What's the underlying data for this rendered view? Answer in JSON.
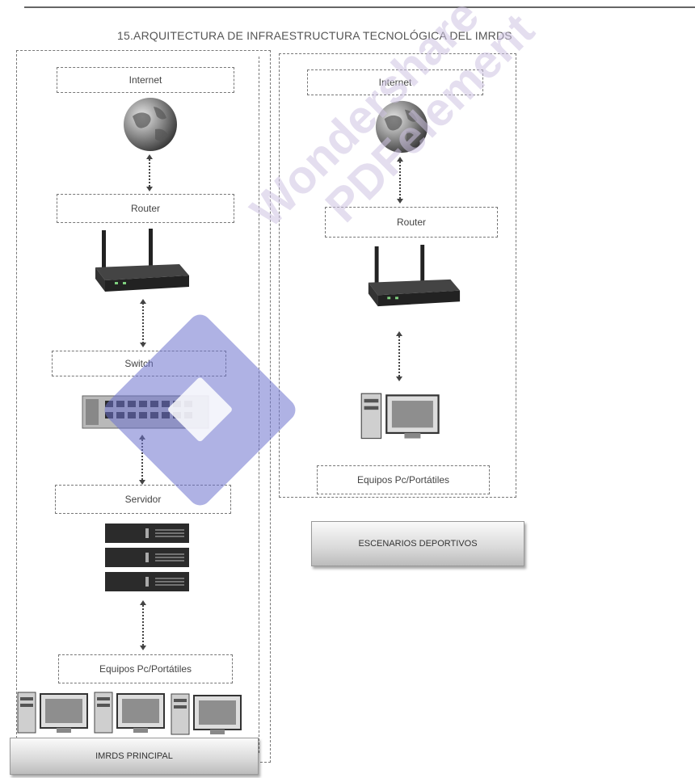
{
  "diagram": {
    "title": "15.ARQUITECTURA DE INFRAESTRUCTURA TECNOLÓGICA DEL IMRDS",
    "main_site": {
      "internet_label": "Internet",
      "router_label": "Router",
      "switch_label": "Switch",
      "server_label": "Servidor",
      "equipment_label": "Equipos Pc/Portátiles",
      "site_name": "IMRDS PRINCIPAL"
    },
    "sports_site": {
      "internet_label": "Internet",
      "router_label": "Router",
      "equipment_label": "Equipos Pc/Portátiles",
      "site_name": "ESCENARIOS DEPORTIVOS"
    },
    "watermark": {
      "line1": "Wondershare",
      "line2": "PDFelement"
    },
    "icons": [
      "globe-icon",
      "router-icon",
      "switch-icon",
      "server-rack-icon",
      "desktop-pc-icon"
    ],
    "colors": {
      "line": "#444444",
      "border": "#777777",
      "watermark": "#6e73cd"
    }
  }
}
